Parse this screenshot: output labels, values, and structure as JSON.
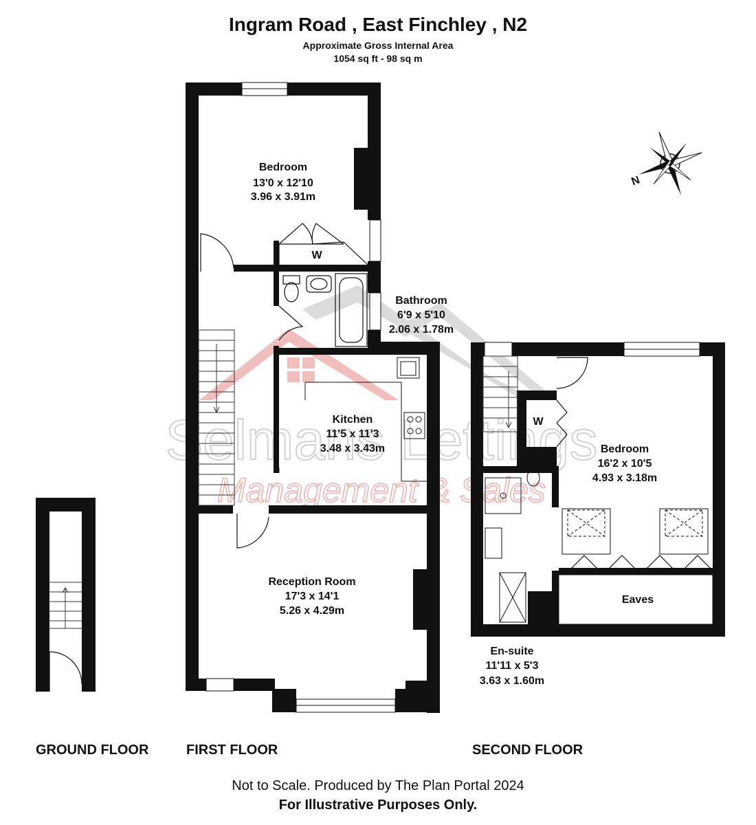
{
  "header": {
    "title": "Ingram Road , East Finchley , N2",
    "subtitle": "Approximate Gross Internal Area",
    "area": "1054 sq ft - 98 sq m"
  },
  "footer": {
    "line1": "Not to Scale. Produced by The Plan Portal 2024",
    "line2": "For Illustrative Purposes Only."
  },
  "floors": {
    "ground": "GROUND FLOOR",
    "first": "FIRST FLOOR",
    "second": "SECOND FLOOR"
  },
  "rooms": {
    "bedroom1": {
      "name": "Bedroom",
      "imperial": "13'0 x 12'10",
      "metric": "3.96 x 3.91m"
    },
    "bathroom": {
      "name": "Bathroom",
      "imperial": "6'9 x 5'10",
      "metric": "2.06 x 1.78m"
    },
    "kitchen": {
      "name": "Kitchen",
      "imperial": "11'5 x 11'3",
      "metric": "3.48 x 3.43m"
    },
    "reception": {
      "name": "Reception Room",
      "imperial": "17'3 x 14'1",
      "metric": "5.26 x 4.29m"
    },
    "bedroom2": {
      "name": "Bedroom",
      "imperial": "16'2 x 10'5",
      "metric": "4.93 x 3.18m"
    },
    "ensuite": {
      "name": "En-suite",
      "imperial": "11'11 x 5'3",
      "metric": "3.63 x 1.60m"
    },
    "eaves": {
      "name": "Eaves"
    },
    "wardrobe1": {
      "name": "W"
    },
    "wardrobe2": {
      "name": "W"
    }
  },
  "compass": {
    "north": "N"
  },
  "watermark": {
    "line1": "Selmans Lettings",
    "line2": "Management & Sales"
  },
  "colors": {
    "wall": "#111111",
    "watermark_red": "#e8a0a0",
    "watermark_grey": "#d4d4d4"
  }
}
